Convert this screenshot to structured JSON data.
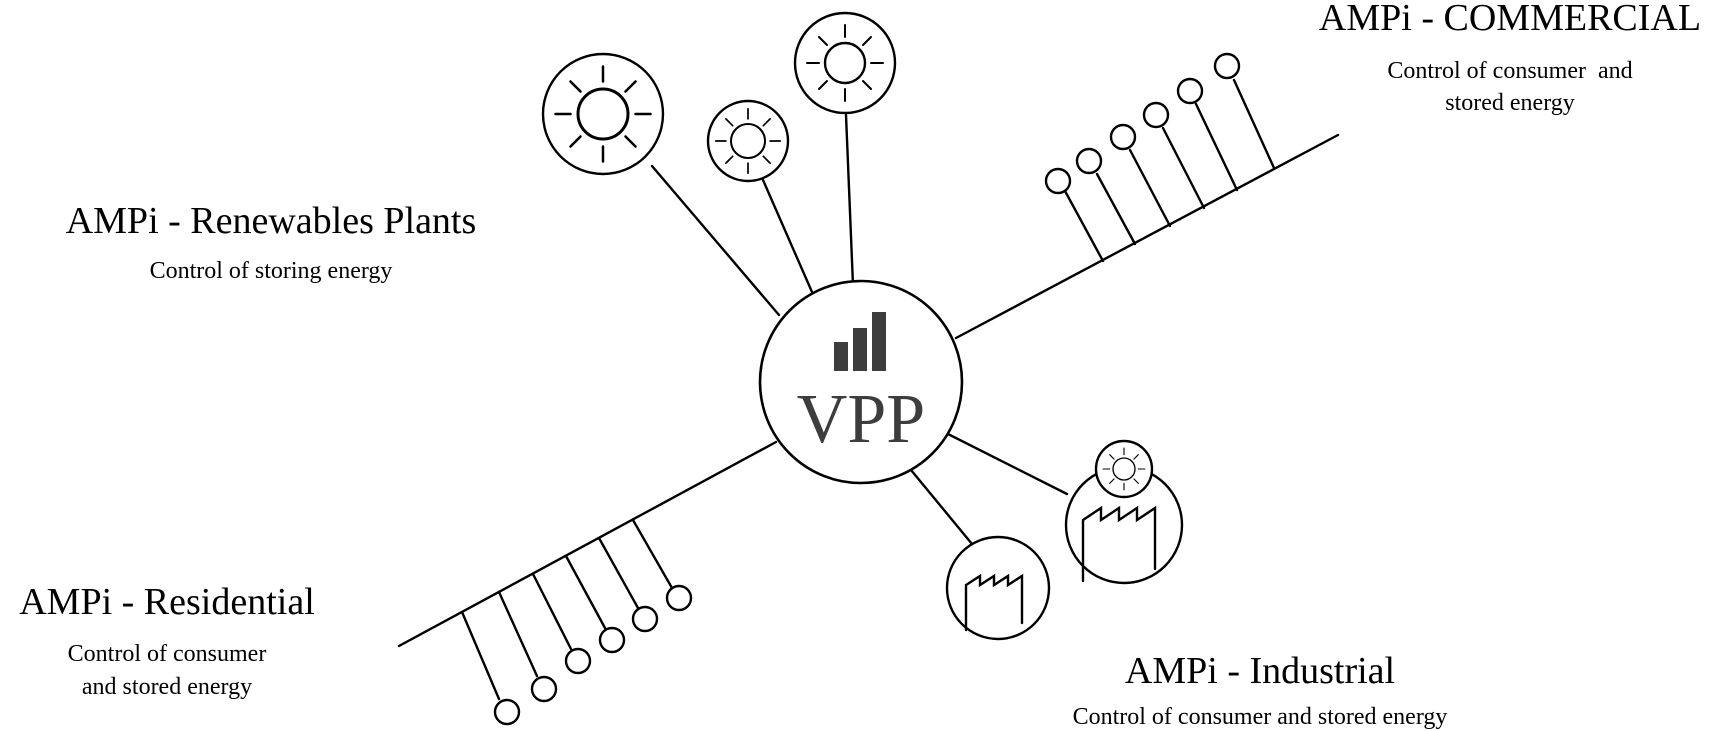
{
  "center": {
    "label": "VPP",
    "icon": "bar-chart-icon"
  },
  "groups": {
    "commercial": {
      "title": "AMPi - COMMERCIAL",
      "subtitle_lines": [
        "Control of consumer  and",
        "stored energy"
      ]
    },
    "renewables": {
      "title": "AMPi - Renewables Plants",
      "subtitle_lines": [
        "Control of storing energy"
      ]
    },
    "residential": {
      "title": "AMPi - Residential",
      "subtitle_lines": [
        "Control of consumer",
        "and stored energy"
      ]
    },
    "industrial": {
      "title": "AMPi - Industrial",
      "subtitle_lines": [
        "Control of consumer and stored energy"
      ]
    }
  },
  "colors": {
    "line": "#000000",
    "center_text": "#3d3d3d",
    "background": "#ffffff"
  }
}
